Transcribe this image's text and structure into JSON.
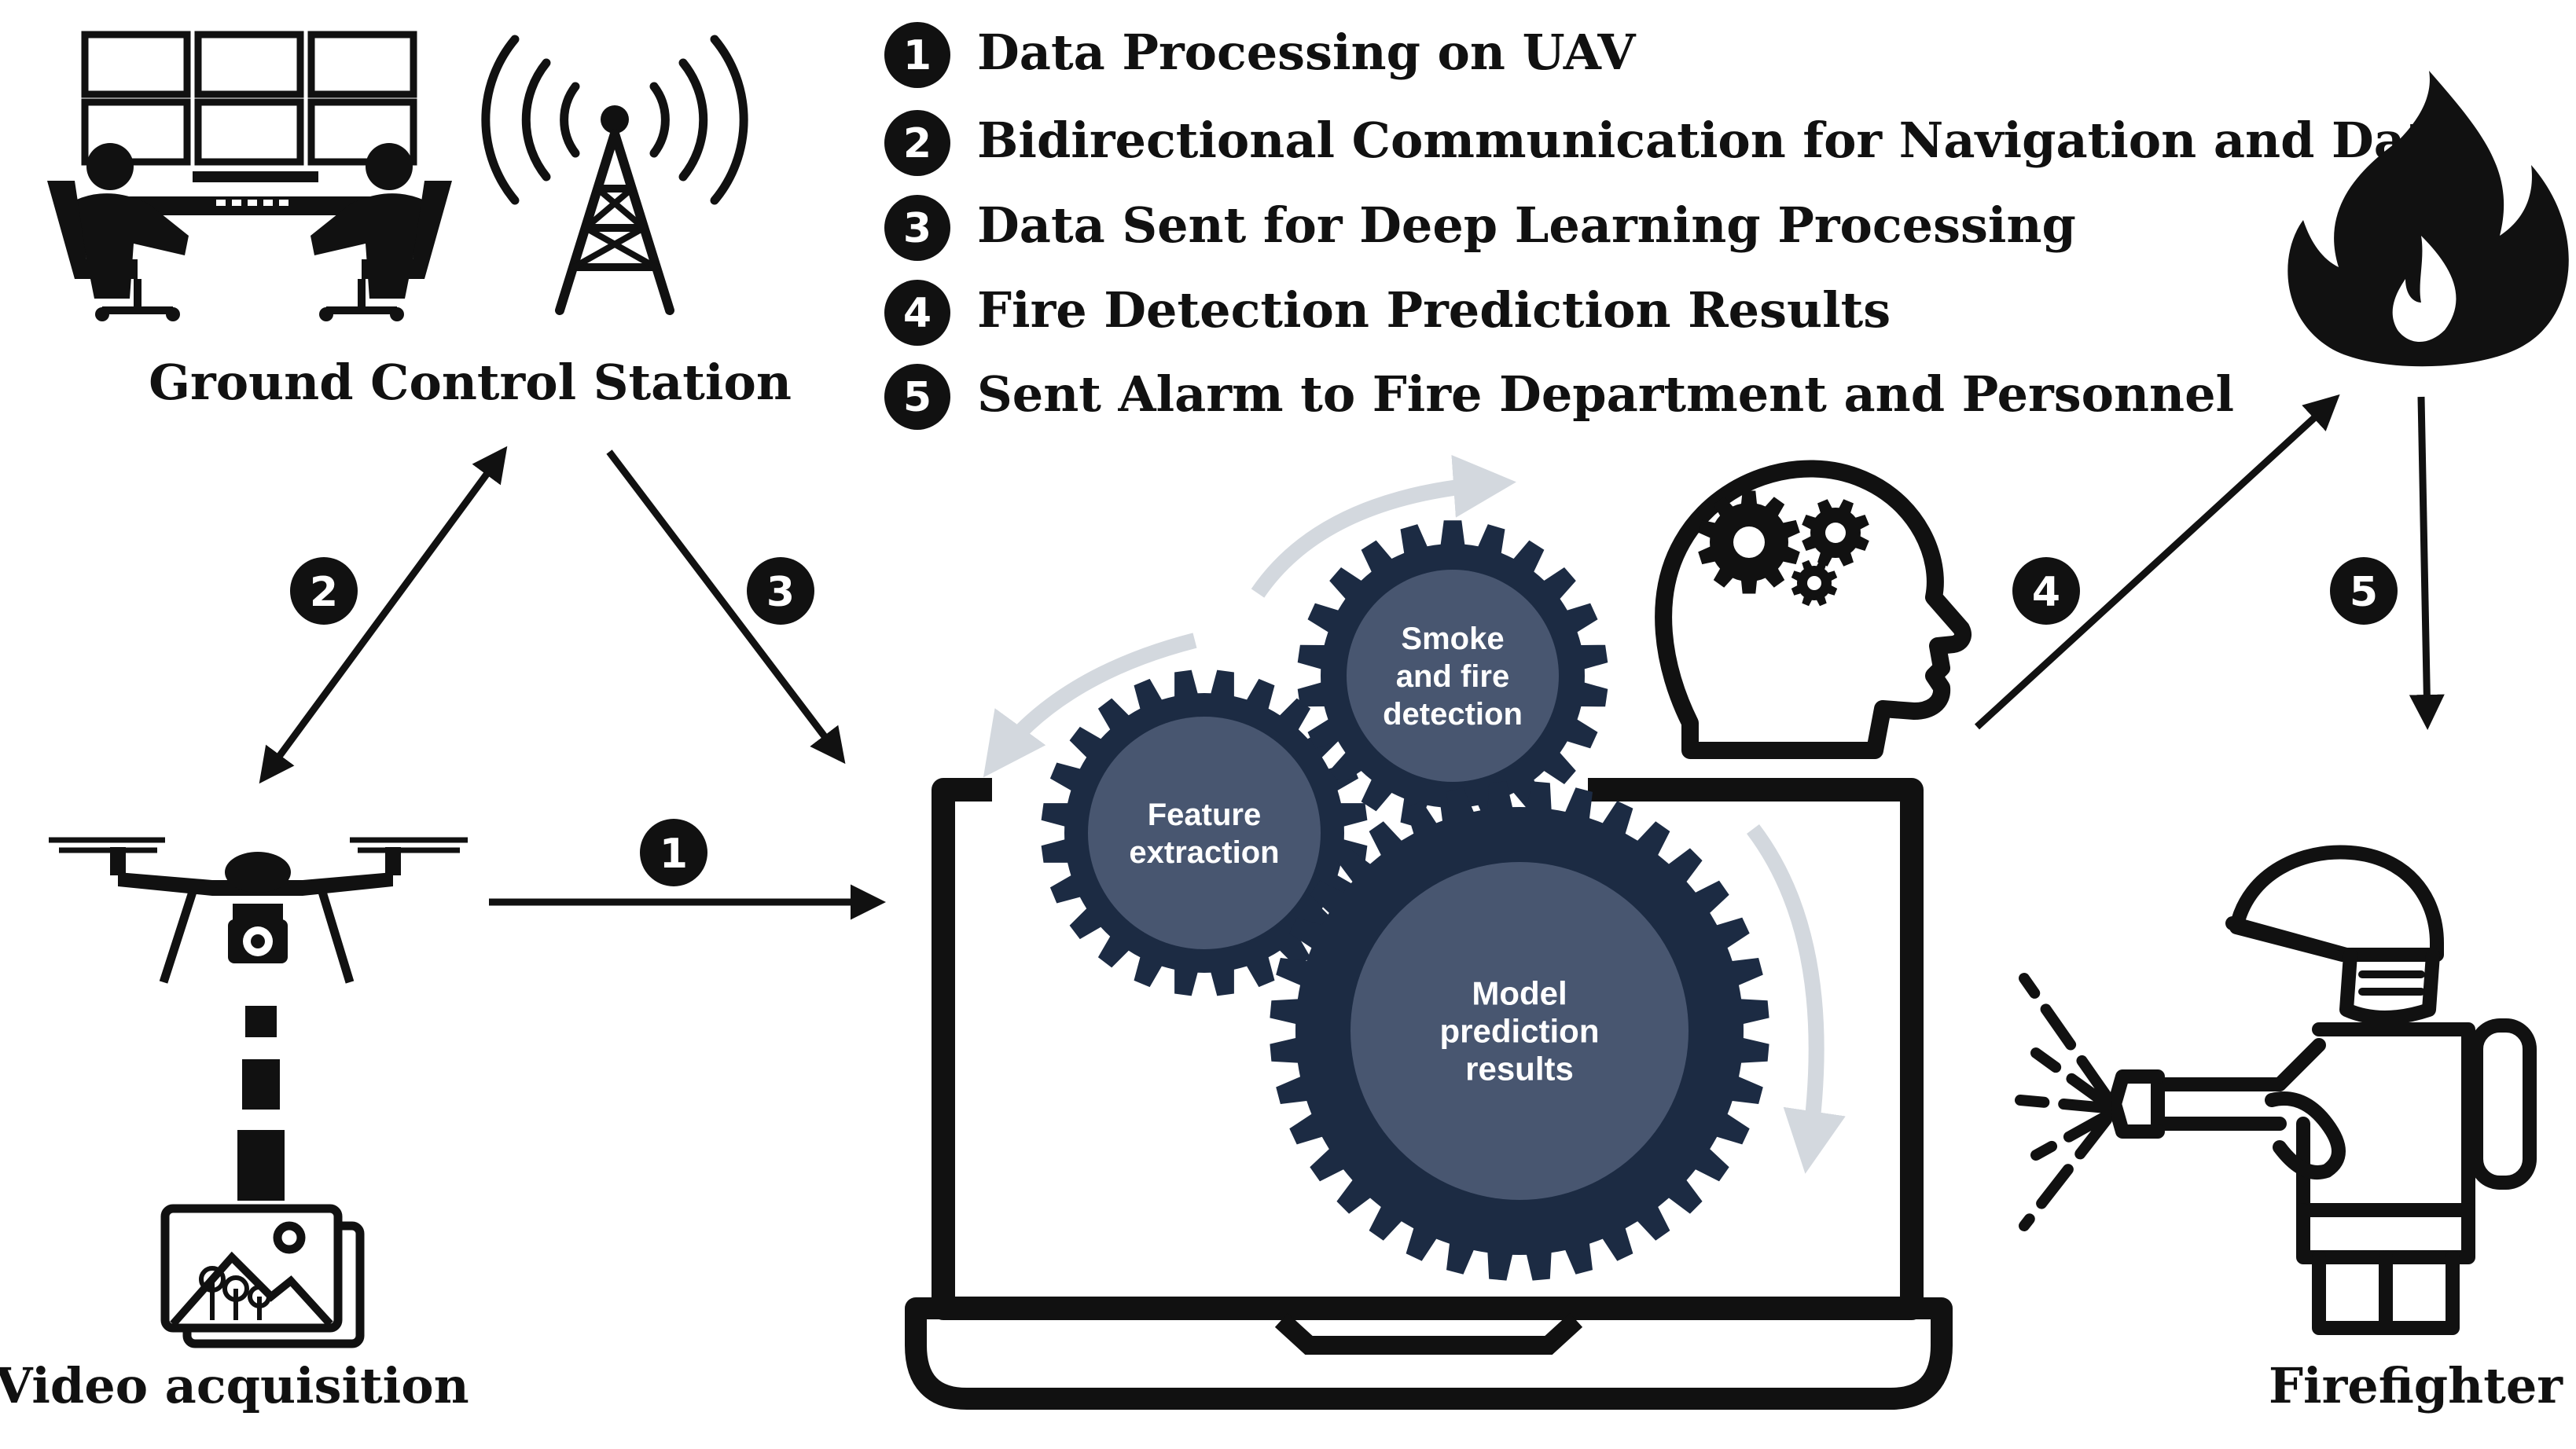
{
  "legend": {
    "items": [
      {
        "num": "1",
        "text": "Data Processing on UAV"
      },
      {
        "num": "2",
        "text": "Bidirectional Communication for Navigation and Data"
      },
      {
        "num": "3",
        "text": "Data Sent for Deep Learning Processing"
      },
      {
        "num": "4",
        "text": "Fire Detection Prediction Results"
      },
      {
        "num": "5",
        "text": "Sent Alarm to Fire Department and Personnel"
      }
    ]
  },
  "nodes": {
    "ground_control": "Ground Control Station",
    "video": "Video acquisition",
    "firefighter": "Firefighter"
  },
  "arrow_badges": {
    "a1": "1",
    "a2": "2",
    "a3": "3",
    "a4": "4",
    "a5": "5"
  },
  "gears": {
    "feature": [
      "Feature",
      "extraction"
    ],
    "smoke": [
      "Smoke",
      "and fire",
      "detection"
    ],
    "model": [
      "Model",
      "prediction",
      "results"
    ]
  },
  "colors": {
    "gear_outer": "#1c2b43",
    "gear_inner": "#485670",
    "cycle_arrow": "#d3d8de",
    "ink": "#111111"
  },
  "icons": [
    "control-room-icon",
    "radio-tower-icon",
    "fire-icon",
    "drone-icon",
    "photo-icon",
    "laptop-icon",
    "brain-gears-icon",
    "firefighter-icon"
  ]
}
